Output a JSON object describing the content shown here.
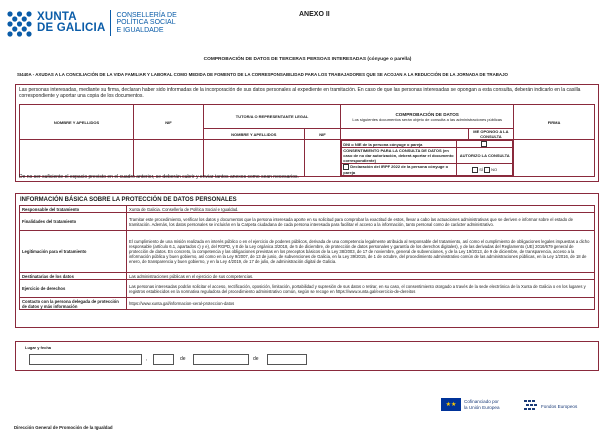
{
  "header": {
    "logo": {
      "line1": "XUNTA",
      "line2": "DE GALICIA",
      "dept1": "CONSELLERÍA DE",
      "dept2": "POLÍTICA SOCIAL",
      "dept3": "E IGUALDADE"
    },
    "annex": "ANEXO II"
  },
  "title": "COMPROBACIÓN DE DATOS DE TERCERAS PERSOAS INTERESADAS (cónyuge o parella)",
  "procedure": "SI440A - AXUDAS A LA CONCILIACIÓN DE LA VIDA FAMILIAR Y LABORAL COMO MEDIDA DE FOMENTO DE LA CORRESPONSABILIDAD PARA LOS TRABAJADORES QUE SE ACOJAN A LA REDUCCIÓN DE LA JORNADA DE TRABAJO",
  "intro": "Las personas interesadas, mediante su firma, declaran haber sido informadas de la incorporación de sus datos personales al expediente en tramitación. En caso de que las personas interesadas se opongan a esta consulta, deberán indicarlo en la casilla correspondiente y aportar una copia de los documentos.",
  "consent_table": {
    "col_name": "NOMBRE Y APELLIDOS",
    "col_nif": "NIF",
    "col_guardian": "TUTOR/A O REPRESENTANTE LEGAL",
    "col_guardian_name": "NOMBRE Y APELLIDOS",
    "col_guardian_nif": "NIF",
    "col_check_title": "COMPROBACIÓN DE DATOS",
    "col_check_sub": "Los siguientes documentos serán objeto de consulta a las administraciones públicas",
    "col_oppose": "ME OPONGO A LA CONSULTA",
    "col_sign": "FIRMA",
    "row1": "DNI o NIE de la persona cónyuge o pareja",
    "row2": "CONSENTIMIENTO PARA LA CONSULTA DE DATOS (en caso de no dar autorización, deberá aportar el documento correspondiente)",
    "row2_auth": "AUTORIZO LA CONSULTA",
    "row3": "Declaración del IRPF 2022 de la persona cónyuge o pareja",
    "yes": "SÍ",
    "no": "NO"
  },
  "after_note": "De no ser suficiente el espacio previsto en el cuadro anterior, se deberán cubrir y enviar tantos anexos como sean necesarios.",
  "info": {
    "title": "INFORMACIÓN BÁSICA SOBRE LA PROTECCIÓN DE DATOS PERSONALES",
    "rows": [
      {
        "k": "Responsable del tratamiento",
        "v": "Xunta de Galicia. Consellería de Política Social e Igualdad."
      },
      {
        "k": "Finalidades del tratamiento",
        "v": "Tramitar este procedimiento, verificar los datos y documentos que la persona interesada aporte en su solicitud para comprobar la exactitud de estos, llevar a cabo las actuaciones administrativas que se deriven e informar sobre el estado de tramitación. Además, los datos personales se incluirán en la Carpeta ciudadana de cada persona interesada para facilitar el acceso a la información, tanto personal como de carácter administrativo."
      },
      {
        "k": "Legitimación para el tratamiento",
        "v": "El cumplimiento de una misión realizada en interés público o en el ejercicio de poderes públicos, derivada de una competencia legalmente atribuida al responsable del tratamiento, así como el cumplimiento de obligaciones legales impuestas a dicho responsable (artículo 6.1, apartados c) y e), del RGPD, y 8 de la Ley orgánica 3/2018, de 5 de diciembre, de protección de datos personales y garantía de los derechos digitales), y de las derivadas del Reglamento (UE) 2016/679 general de protección de datos. En concreto, la competencia y las obligaciones previstas en los preceptos básicos de la Ley 38/2003, de 17 de noviembre, general de subvenciones, y de la Ley 19/2013, de 9 de diciembre, de transparencia, acceso a la información pública y buen gobierno, así como en la Ley 9/2007, de 13 de junio, de subvenciones de Galicia, en la Ley 39/2015, de 1 de octubre, del procedimiento administrativo común de las administraciones públicas, en la Ley 1/2016, de 18 de enero, de transparencia y buen gobierno, y en la Ley 4/2019, de 17 de julio, de administración digital de Galicia."
      },
      {
        "k": "Destinatarias de los datos",
        "v": "Las administraciones públicas en el ejercicio de sus competencias."
      },
      {
        "k": "Ejercicio de derechos",
        "v": "Las personas interesadas podrán solicitar el acceso, rectificación, oposición, limitación, portabilidad y supresión de sus datos o retirar, en su caso, el consentimiento otorgado a través de la sede electrónica de la Xunta de Galicia o en los lugares y registros establecidos en la normativa reguladora del procedimiento administrativo común, según se recoge en https://www.xunta.gal/exercicio-de-dereitos"
      },
      {
        "k": "Contacto con la persona delegada de protección de datos y más información",
        "v": "https://www.xunta.gal/informacion-xeral-proteccion-datos"
      }
    ]
  },
  "signature": {
    "label": "Lugar y fecha",
    "comma": ",",
    "de1": "de",
    "de2": "de"
  },
  "eu": {
    "cofin1": "Cofinanciado por",
    "cofin2": "la Unión Europea",
    "funds": "Fondos Europeos"
  },
  "footer": "Dirección General de Promoción de la Igualdad"
}
